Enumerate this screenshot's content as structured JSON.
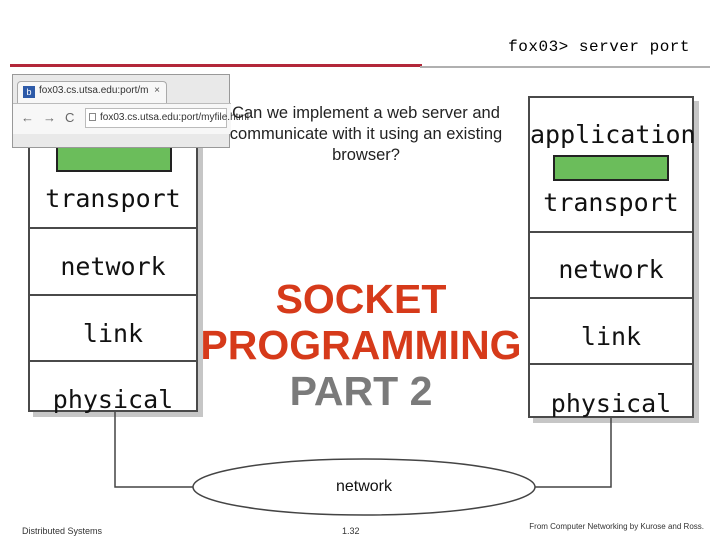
{
  "terminal": {
    "title": "fox03> server port"
  },
  "browser": {
    "tab_title": "fox03.cs.utsa.edu:port/m",
    "tab_icon": "b",
    "close": "×",
    "back": "←",
    "forward": "→",
    "reload": "C",
    "url": "fox03.cs.utsa.edu:port/myfile.html"
  },
  "question": "Can we implement a web server and communicate with it using an existing browser?",
  "title": {
    "lines": [
      "SOCKET",
      "PROGRAMMING",
      "PART 2"
    ],
    "colors": {
      "primary": "#d63a1a",
      "secondary": "#7a7a7a"
    }
  },
  "left_stack": {
    "layers": [
      "transport",
      "network",
      "link",
      "physical"
    ]
  },
  "right_stack": {
    "layers": [
      "application",
      "transport",
      "network",
      "link",
      "physical"
    ]
  },
  "network_label": "network",
  "footer": {
    "left": "Distributed Systems",
    "center": "1.32",
    "right": "From Computer Networking by Kurose and Ross."
  },
  "colors": {
    "accent_red": "#b3283a",
    "green_block": "#6bbd5b",
    "ellipse_stroke": "#444444"
  }
}
